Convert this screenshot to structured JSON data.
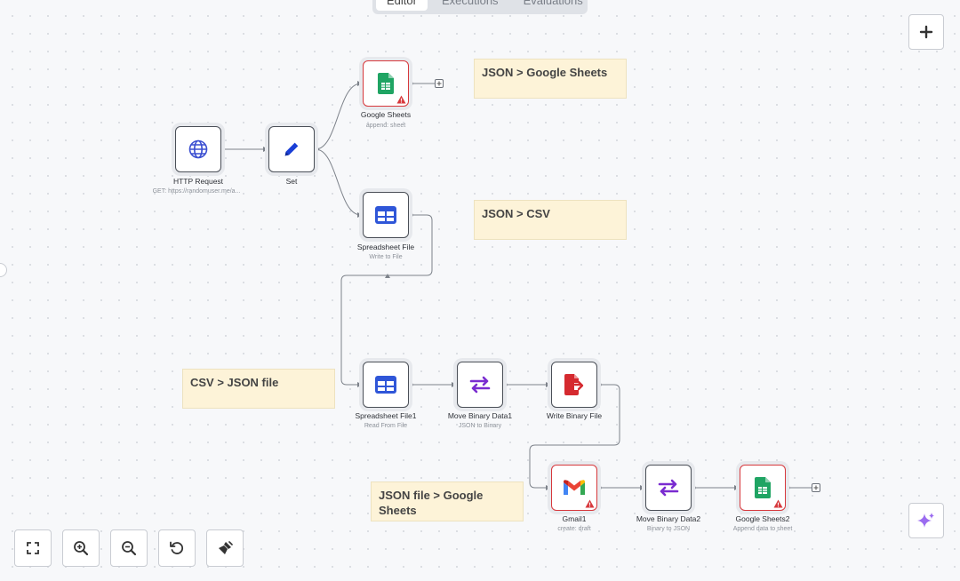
{
  "tabs": [
    "Editor",
    "Executions",
    "Evaluations"
  ],
  "nodes": {
    "http_request": {
      "label": "HTTP Request",
      "sub": "GET: https://randomuser.me/a..."
    },
    "set": {
      "label": "Set"
    },
    "google_sheets": {
      "label": "Google Sheets",
      "sub": "append: sheet"
    },
    "spreadsheet_file": {
      "label": "Spreadsheet File",
      "sub": "Write to File"
    },
    "spreadsheet_file1": {
      "label": "Spreadsheet File1",
      "sub": "Read From File"
    },
    "move_binary_data1": {
      "label": "Move Binary Data1",
      "sub": "JSON to Binary"
    },
    "write_binary_file": {
      "label": "Write Binary File"
    },
    "gmail1": {
      "label": "Gmail1",
      "sub": "create: draft"
    },
    "move_binary_data2": {
      "label": "Move Binary Data2",
      "sub": "Binary to JSON"
    },
    "google_sheets2": {
      "label": "Google Sheets2",
      "sub": "Append data to sheet"
    }
  },
  "notes": {
    "json_gsheets": "JSON > Google Sheets",
    "json_csv": "JSON > CSV",
    "csv_json": "CSV > JSON file",
    "jsonfile_gsheets": "JSON file > Google Sheets"
  },
  "colors": {
    "error_border": "#d7383c",
    "note_bg": "#fdf3d8",
    "sheets_green": "#1fa463",
    "spreadsheet_blue": "#2f56d8",
    "move_purple": "#7a2cd0",
    "write_red": "#d52a2f",
    "set_blue": "#1a3fd6",
    "ai_purple": "#9b6cf0"
  },
  "icons": [
    "globe-icon",
    "pencil-icon",
    "google-sheets-icon",
    "spreadsheet-icon",
    "swap-arrows-icon",
    "file-export-icon",
    "gmail-icon",
    "warning-icon",
    "plus-icon",
    "sparkle-icon",
    "fit-view-icon",
    "zoom-in-icon",
    "zoom-out-icon",
    "reset-icon",
    "broom-icon"
  ]
}
